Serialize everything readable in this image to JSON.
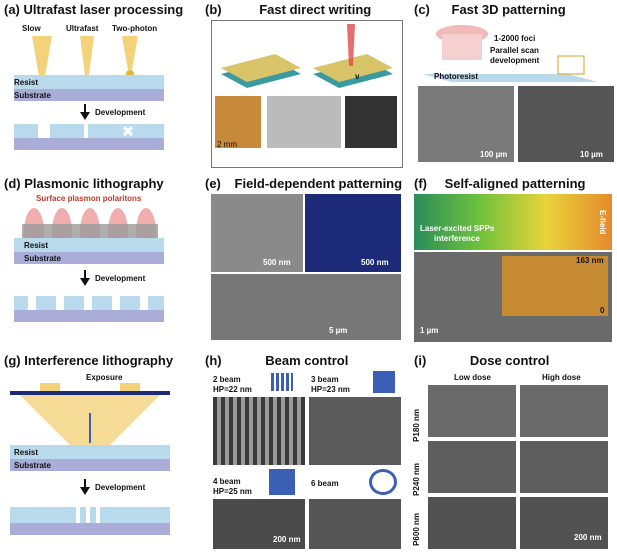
{
  "panels": {
    "a": {
      "tag": "(a)",
      "title": "Ultrafast laser processing",
      "slow": "Slow",
      "ultrafast": "Ultrafast",
      "twophoton": "Two-photon",
      "resist": "Resist",
      "substrate": "Substrate",
      "development": "Development"
    },
    "b": {
      "tag": "(b)",
      "title": "Fast direct writing",
      "scale": "2 mm",
      "v": "v"
    },
    "c": {
      "tag": "(c)",
      "title": "Fast 3D patterning",
      "foci": "1-2000 foci",
      "parallel": "Parallel scan",
      "dev": "development",
      "photoresist": "Photoresist",
      "scale1": "100 µm",
      "scale2": "10 µm"
    },
    "d": {
      "tag": "(d)",
      "title": "Plasmonic lithography",
      "spp": "Surface plasmon polaritons",
      "resist": "Resist",
      "substrate": "Substrate",
      "development": "Development"
    },
    "e": {
      "tag": "(e)",
      "title": "Field-dependent patterning",
      "scale1": "500 nm",
      "scale2": "500 nm",
      "scale3": "5 µm"
    },
    "f": {
      "tag": "(f)",
      "title": "Self-aligned patterning",
      "laser": "Laser-excited SPPs",
      "interference": "interference",
      "efield": "E-field",
      "height": "163 nm",
      "zero": "0",
      "scale": "1 µm"
    },
    "g": {
      "tag": "(g)",
      "title": "Interference lithography",
      "exposure": "Exposure",
      "resist": "Resist",
      "substrate": "Substrate",
      "development": "Development"
    },
    "h": {
      "tag": "(h)",
      "title": "Beam control",
      "b2": "2 beam",
      "b2hp": "HP=22 nm",
      "b3": "3 beam",
      "b3hp": "HP=23 nm",
      "b4": "4 beam",
      "b4hp": "HP=25 nm",
      "b6": "6 beam",
      "scale": "200 nm"
    },
    "i": {
      "tag": "(i)",
      "title": "Dose control",
      "low": "Low dose",
      "high": "High dose",
      "r1": "P180 nm",
      "r2": "P240 nm",
      "r3": "P600 nm",
      "scale": "200 nm"
    }
  },
  "colors": {
    "resist": "#b9d9ec",
    "substrate": "#a9add8",
    "sem": "#5a5a5a",
    "exposure": "#f3d27a",
    "beam": "#3b5fb5"
  }
}
